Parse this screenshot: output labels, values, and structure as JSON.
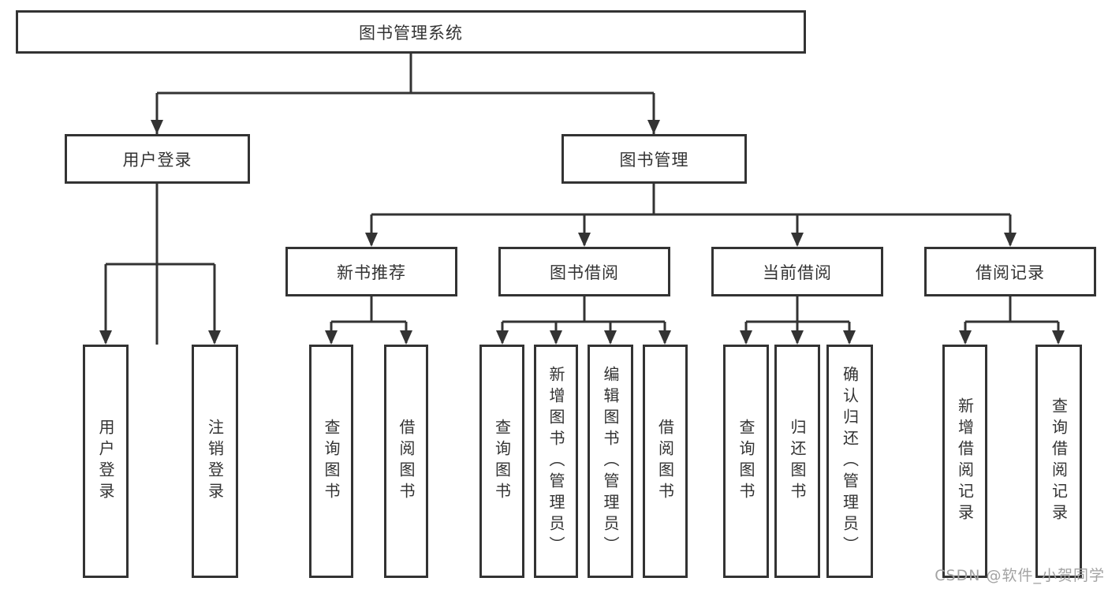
{
  "diagram": {
    "root": {
      "label": "图书管理系统"
    },
    "level2": [
      {
        "label": "用户登录"
      },
      {
        "label": "图书管理"
      }
    ],
    "level3": [
      {
        "label": "新书推荐"
      },
      {
        "label": "图书借阅"
      },
      {
        "label": "当前借阅"
      },
      {
        "label": "借阅记录"
      }
    ],
    "leaves": [
      {
        "label": "用户登录"
      },
      {
        "label": "注销登录"
      },
      {
        "label": "查询图书"
      },
      {
        "label": "借阅图书"
      },
      {
        "label": "查询图书"
      },
      {
        "label": "新增图书（管理员）"
      },
      {
        "label": "编辑图书（管理员）"
      },
      {
        "label": "借阅图书"
      },
      {
        "label": "查询图书"
      },
      {
        "label": "归还图书"
      },
      {
        "label": "确认归还（管理员）"
      },
      {
        "label": "新增借阅记录"
      },
      {
        "label": "查询借阅记录"
      }
    ],
    "watermark": "CSDN @软件_小贺同学",
    "colors": {
      "line": "#333333",
      "text": "#333333",
      "watermark": "#a3a3a3",
      "background": "#ffffff"
    }
  }
}
